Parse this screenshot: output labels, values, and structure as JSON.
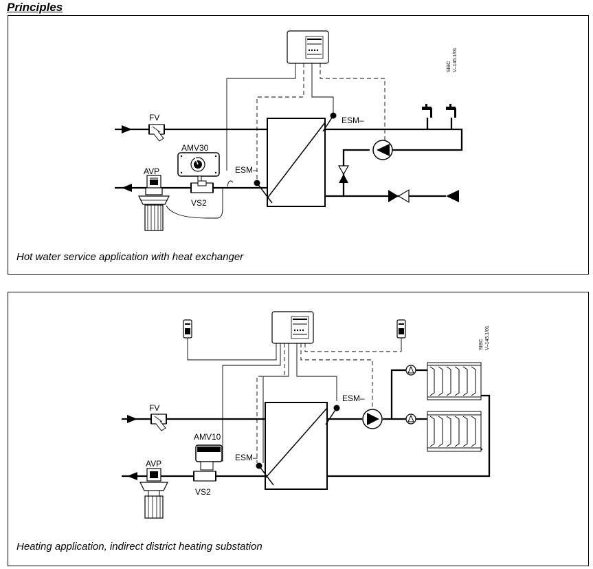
{
  "page": {
    "title": "Principles"
  },
  "diagrams": [
    {
      "caption": "Hot water service application with heat exchanger",
      "labels": {
        "fv": "FV",
        "avp": "AVP",
        "actuator": "AMV30",
        "valve": "VS2",
        "esm_return": "ESM–",
        "esm_supply": "ESM–",
        "ref_line1": "SIBC",
        "ref_line2": "V–145.1/01"
      }
    },
    {
      "caption": "Heating application, indirect district heating substation",
      "labels": {
        "fv": "FV",
        "avp": "AVP",
        "actuator": "AMV10",
        "valve": "VS2",
        "esm_return": "ESM–",
        "esm_supply": "ESM–",
        "ref_line1": "SIBC",
        "ref_line2": "V–145.1/01"
      }
    }
  ]
}
